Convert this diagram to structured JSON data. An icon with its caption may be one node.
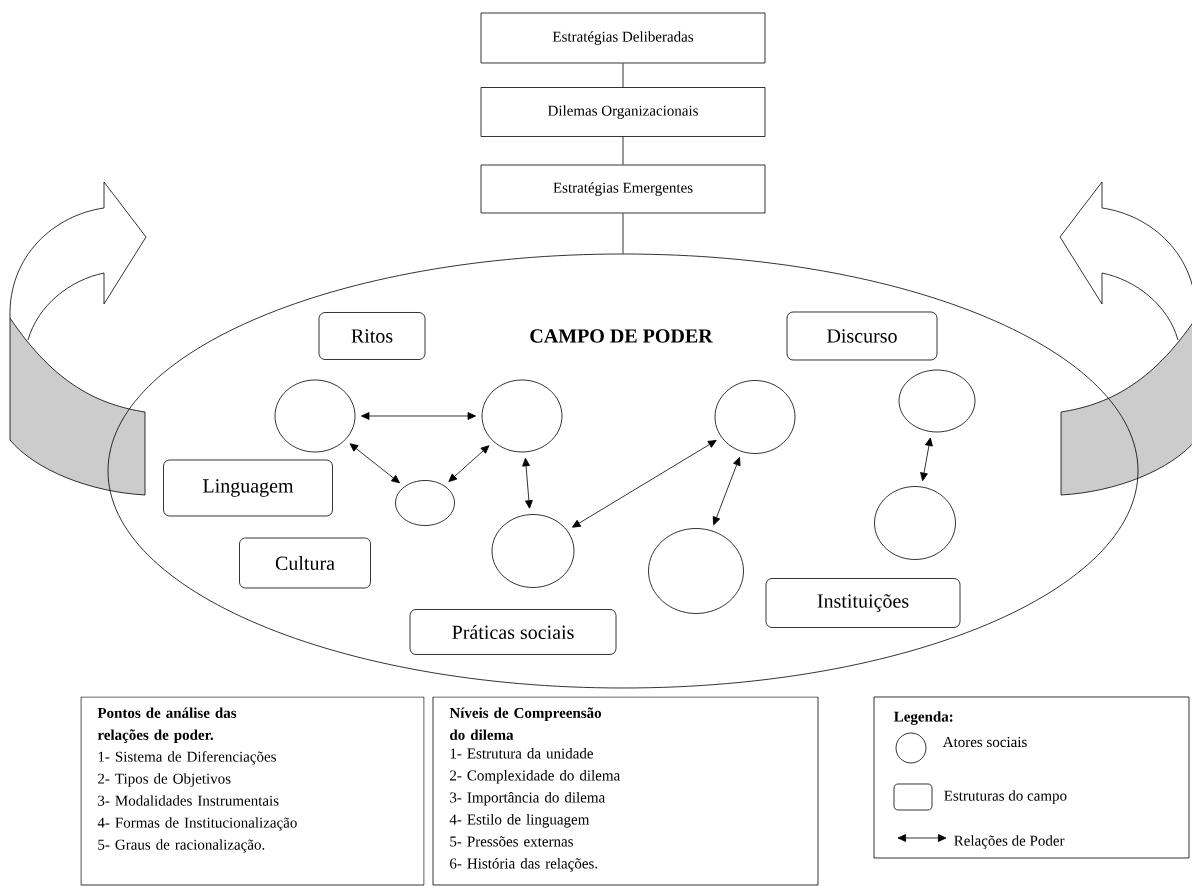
{
  "diagram": {
    "nodes": [
      {
        "text": [
          "Estratégias Deliberadas"
        ]
      },
      {
        "text": [
          "Dilemas Organizacionais"
        ]
      },
      {
        "text": [
          "Estratégias Emergentes"
        ]
      },
      {
        "text": [
          "CAMPO DE PODER"
        ]
      },
      {
        "text": [
          "Ritos"
        ],
        "in": 3
      },
      {
        "text": [
          "Discurso"
        ],
        "in": 3
      },
      {
        "text": [],
        "shape": "circle",
        "in": 3
      },
      {
        "text": [],
        "shape": "circle",
        "in": 3
      },
      {
        "text": [],
        "shape": "circle",
        "in": 3
      },
      {
        "text": [],
        "shape": "circle",
        "in": 3
      },
      {
        "text": [
          "Linguagem"
        ],
        "in": 3
      },
      {
        "text": [],
        "shape": "circle",
        "in": 3
      },
      {
        "text": [],
        "shape": "circle",
        "in": 3
      },
      {
        "text": [],
        "shape": "circle",
        "in": 3
      },
      {
        "text": [],
        "shape": "circle",
        "in": 3
      },
      {
        "text": [
          "Cultura"
        ],
        "in": 3
      },
      {
        "text": [
          "Instituições"
        ],
        "in": 3
      },
      {
        "text": [
          "Práticas sociais"
        ],
        "in": 3
      },
      {
        "text": [
          "Pontos de análise das relações de poder.",
          "1- Sistema de Diferenciações",
          "2- Tipos de Objetivos",
          "3- Modalidades Instrumentais",
          "4- Formas de Institucionalização",
          "5- Graus de racionalização."
        ]
      },
      {
        "text": [
          "Níveis de Compreensão do dilema",
          "1- Estrutura da unidade",
          "2- Complexidade do dilema",
          "3- Importância do dilema",
          "4- Estilo de linguagem",
          "5- Pressões externas",
          "6- História das relações."
        ]
      }
    ],
    "edges": [
      {
        "from": 0,
        "to": 1,
        "arrow": "none"
      },
      {
        "from": 1,
        "to": 2,
        "arrow": "none"
      },
      {
        "from": 2,
        "to": 3,
        "arrow": "none"
      },
      {
        "from": 6,
        "to": 7,
        "arrow": "both"
      },
      {
        "from": 6,
        "to": 11,
        "arrow": "both"
      },
      {
        "from": 11,
        "to": 7,
        "arrow": "both"
      },
      {
        "from": 7,
        "to": 13,
        "arrow": "both"
      },
      {
        "from": 13,
        "to": 8,
        "arrow": "both"
      },
      {
        "from": 8,
        "to": 14,
        "arrow": "both"
      },
      {
        "from": 9,
        "to": 12,
        "arrow": "both"
      }
    ],
    "labels": [
      "Legenda:"
    ],
    "legend": [
      {
        "text": "Atores sociais"
      },
      {
        "text": "Estruturas do campo"
      },
      {
        "text": "Relações de Poder"
      }
    ]
  }
}
